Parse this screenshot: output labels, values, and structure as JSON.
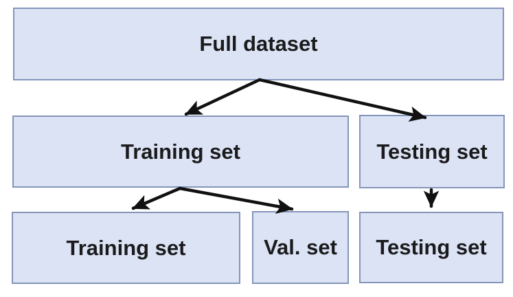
{
  "diagram": {
    "description": "Dataset split flowchart",
    "colors": {
      "background": "#ffffff",
      "node_fill": "#dbe3f4",
      "node_border": "#8494ba",
      "arrow": "#111111",
      "text": "#1b1b1d"
    },
    "nodes": {
      "full_dataset": {
        "label": "Full dataset"
      },
      "training_mid": {
        "label": "Training set"
      },
      "testing_mid": {
        "label": "Testing set"
      },
      "training_bottom": {
        "label": "Training set"
      },
      "val_set": {
        "label": "Val. set"
      },
      "testing_bottom": {
        "label": "Testing set"
      }
    },
    "edges": [
      {
        "from": "full_dataset",
        "to": "training_mid"
      },
      {
        "from": "full_dataset",
        "to": "testing_mid"
      },
      {
        "from": "training_mid",
        "to": "training_bottom"
      },
      {
        "from": "training_mid",
        "to": "val_set"
      },
      {
        "from": "testing_mid",
        "to": "testing_bottom"
      }
    ]
  }
}
